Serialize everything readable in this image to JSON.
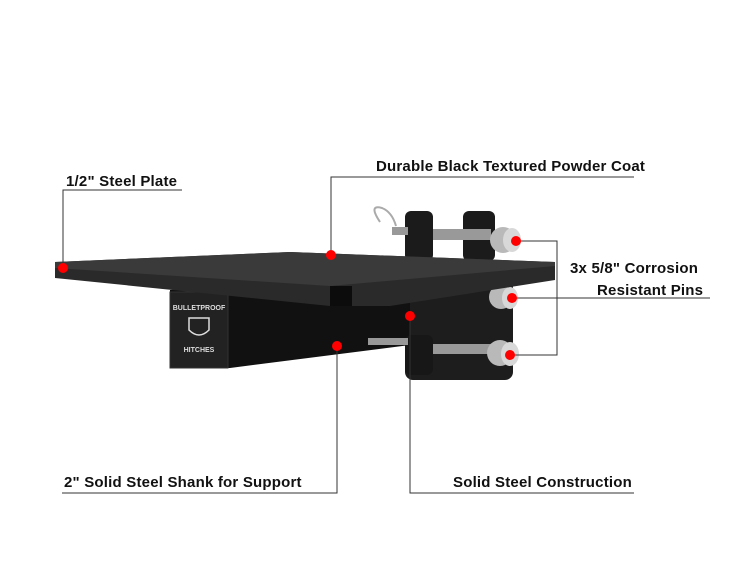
{
  "labels": {
    "steel_plate": "1/2\" Steel Plate",
    "powder_coat": "Durable Black Textured Powder Coat",
    "pins_line1": "3x  5/8\" Corrosion",
    "pins_line2": "Resistant Pins",
    "shank": "2\" Solid Steel Shank for Support",
    "construction": "Solid Steel Construction"
  },
  "logo": {
    "top": "BULLETPROOF",
    "bottom": "HITCHES"
  },
  "colors": {
    "dot": "#ff0000",
    "leader": "#333333",
    "product": "#1e1e1e"
  }
}
